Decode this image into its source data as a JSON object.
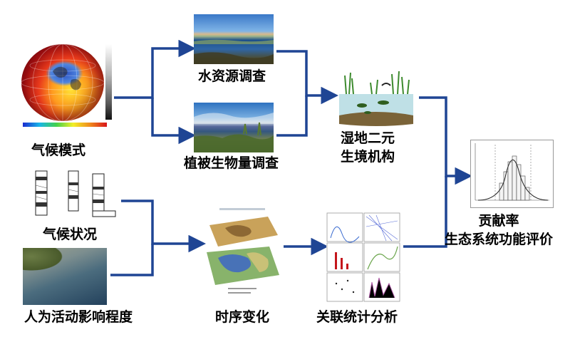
{
  "nodes": {
    "climate_model": "气候模式",
    "climate_status": "气候状况",
    "human_activity": "人为活动影响程度",
    "water_survey": "水资源调查",
    "veg_survey": "植被生物量调查",
    "time_series": "时序变化",
    "wetland": [
      "湿地二元",
      "生境机构"
    ],
    "correlation": "关联统计分析",
    "evaluation": [
      "贡献率",
      "生态系统功能评价"
    ]
  },
  "colors": {
    "arrow": "#1f4594",
    "text": "#000000"
  },
  "icons": [
    "climate-globe-image",
    "stratigraphy-image",
    "human-activity-photo",
    "water-photo",
    "vegetation-photo",
    "terrain-model-image",
    "wetland-habitat-image",
    "correlation-plots-image",
    "histogram-chart-image"
  ]
}
